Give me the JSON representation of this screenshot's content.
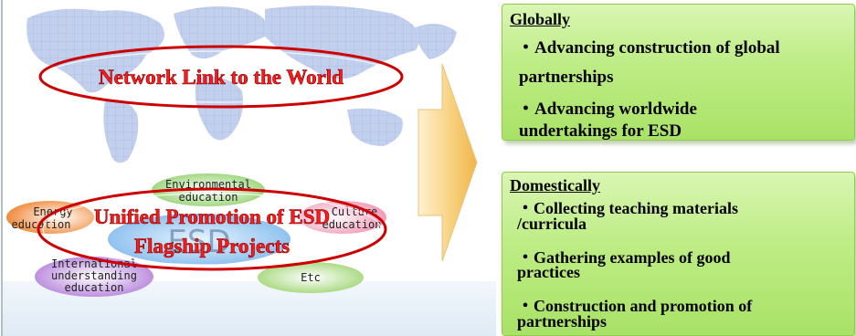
{
  "left": {
    "network_label": "Network Link to the World",
    "promotion_line1": "Unified Promotion of ESD",
    "promotion_line2": "Flagship Projects",
    "esd_text": "ESD",
    "bubbles": {
      "environmental": [
        "Environmental",
        "education"
      ],
      "energy": [
        "Energy",
        "education"
      ],
      "culture": [
        "Culture",
        "education"
      ],
      "international": [
        "International",
        "understanding",
        "education"
      ],
      "etc": "Etc"
    }
  },
  "panels": {
    "globally": {
      "title": "Globally",
      "items": [
        [
          "・Advancing construction of global",
          "partnerships"
        ],
        [
          "・Advancing worldwide",
          "undertakings for ESD"
        ]
      ]
    },
    "domestically": {
      "title": "Domestically",
      "items": [
        [
          "・Collecting teaching materials",
          "/curricula"
        ],
        [
          "・Gathering examples of good",
          "practices"
        ],
        [
          "・Construction and promotion of",
          "partnerships"
        ]
      ]
    }
  },
  "colors": {
    "panel_green": "#bdec84",
    "arrow_orange": "#f5c56a",
    "ring_red": "#cc0000",
    "label_red": "#ff1a1a",
    "map_blue": "#9fb3e0"
  }
}
